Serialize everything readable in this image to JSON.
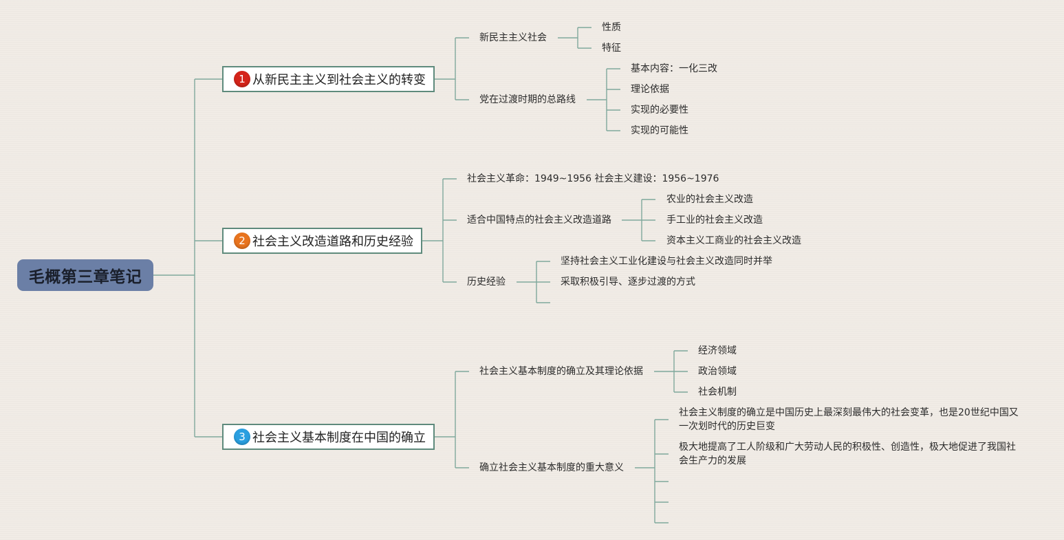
{
  "root": "毛概第三章笔记",
  "colors": {
    "background": "#f1ece6",
    "root_fill": "#6b7fa6",
    "connector": "#7fa89c",
    "topic_border": "#5e8a7c",
    "badge_1": "#d4241a",
    "badge_2": "#e8741f",
    "badge_3": "#2a9fe0"
  },
  "topics": [
    {
      "number": "1",
      "icon": "priority-1-icon",
      "label": "从新民主主义到社会主义的转变",
      "children": [
        {
          "label": "新民主主义社会",
          "children": [
            "性质",
            "特征"
          ]
        },
        {
          "label": "党在过渡时期的总路线",
          "children": [
            "基本内容：一化三改",
            "理论依据",
            "实现的必要性",
            "实现的可能性"
          ]
        }
      ]
    },
    {
      "number": "2",
      "icon": "priority-2-icon",
      "label": "社会主义改造道路和历史经验",
      "children": [
        {
          "label": "社会主义革命：1949~1956 社会主义建设：1956~1976",
          "children": []
        },
        {
          "label": "适合中国特点的社会主义改造道路",
          "children": [
            "农业的社会主义改造",
            "手工业的社会主义改造",
            "资本主义工商业的社会主义改造"
          ]
        },
        {
          "label": "历史经验",
          "children": [
            "坚持社会主义工业化建设与社会主义改造同时并举",
            "采取积极引导、逐步过渡的方式",
            ""
          ]
        }
      ]
    },
    {
      "number": "3",
      "icon": "priority-3-icon",
      "label": "社会主义基本制度在中国的确立",
      "children": [
        {
          "label": "社会主义基本制度的确立及其理论依据",
          "children": [
            "经济领域",
            "政治领域",
            "社会机制"
          ]
        },
        {
          "label": "确立社会主义基本制度的重大意义",
          "children": [
            "社会主义制度的确立是中国历史上最深刻最伟大的社会变革，也是20世纪中国又一次划时代的历史巨变",
            "极大地提高了工人阶级和广大劳动人民的积极性、创造性，极大地促进了我国社会生产力的发展",
            "",
            "",
            ""
          ]
        }
      ]
    }
  ]
}
